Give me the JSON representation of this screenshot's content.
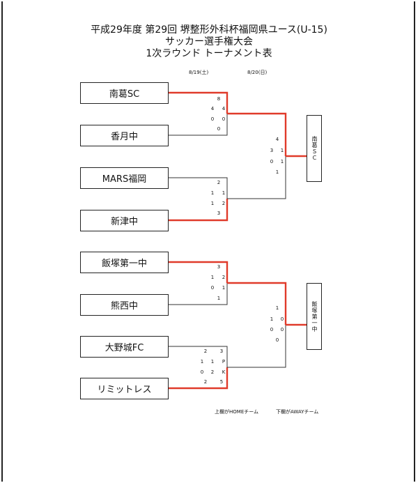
{
  "title": {
    "line1": "平成29年度  第29回  堺整形外科杯福岡県ユース(U-15)",
    "line2": "サッカー選手権大会",
    "line3": "1次ラウンド    トーナメント表"
  },
  "dates": {
    "round1": "8/19(土)",
    "round2": "8/20(日)"
  },
  "teams": [
    "南葛SC",
    "香月中",
    "MARS福岡",
    "新津中",
    "飯塚第一中",
    "熊西中",
    "大野城FC",
    "リミットレス"
  ],
  "winners": [
    "南葛ＳＣ",
    "飯塚第一中"
  ],
  "line_colors": {
    "winner": "#e03a2a",
    "normal": "#333333"
  },
  "scores": {
    "m1": {
      "top": [
        "8"
      ],
      "rows": [
        [
          "4",
          "4"
        ],
        [
          "0",
          "0"
        ]
      ],
      "bottom": [
        "0"
      ]
    },
    "m2": {
      "top": [
        "2"
      ],
      "rows": [
        [
          "1",
          "1"
        ],
        [
          "1",
          "2"
        ]
      ],
      "bottom": [
        "3"
      ]
    },
    "m3": {
      "top": [
        "3"
      ],
      "rows": [
        [
          "1",
          "2"
        ],
        [
          "0",
          "1"
        ]
      ],
      "bottom": [
        "1"
      ]
    },
    "m4": {
      "top": [
        "2",
        "3"
      ],
      "rows": [
        [
          "1",
          "1",
          "P"
        ],
        [
          "0",
          "2",
          "K"
        ]
      ],
      "bottom": [
        "2",
        "5"
      ]
    },
    "sf1": {
      "top": [
        "4"
      ],
      "rows": [
        [
          "3",
          "1"
        ],
        [
          "0",
          "1"
        ]
      ],
      "bottom": [
        "1"
      ]
    },
    "sf2": {
      "top": [
        "1"
      ],
      "rows": [
        [
          "1",
          "0"
        ],
        [
          "0",
          "0"
        ]
      ],
      "bottom": [
        "0"
      ]
    }
  },
  "footer": {
    "home_note": "上欄がHOMEチーム",
    "away_note": "下欄がAWAYチーム"
  }
}
